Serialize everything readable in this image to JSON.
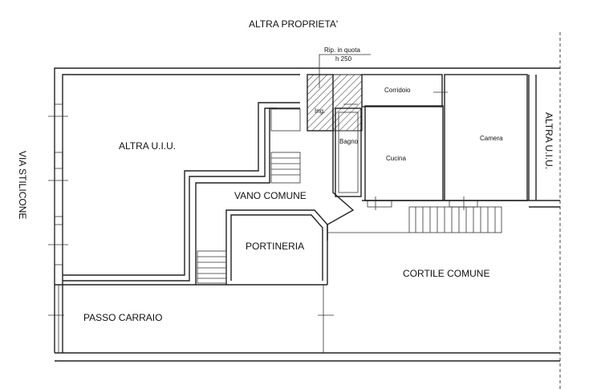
{
  "labels": {
    "altra_proprieta": "ALTRA PROPRIETA'",
    "via": "VIA STILICONE",
    "altra_uiu_left": "ALTRA U.I.U.",
    "altra_uiu_right": "ALTRA U.I.U.",
    "vano_comune": "VANO COMUNE",
    "portineria": "PORTINERIA",
    "cortile_comune": "CORTILE COMUNE",
    "passo_carraio": "PASSO CARRAIO",
    "corridoio": "Corridoio",
    "camera": "Camera",
    "bagno": "Bagno",
    "cucina": "Cucina",
    "ing": "Ing.",
    "rip_quota": "Rip. in quota",
    "h250": "h 250"
  }
}
